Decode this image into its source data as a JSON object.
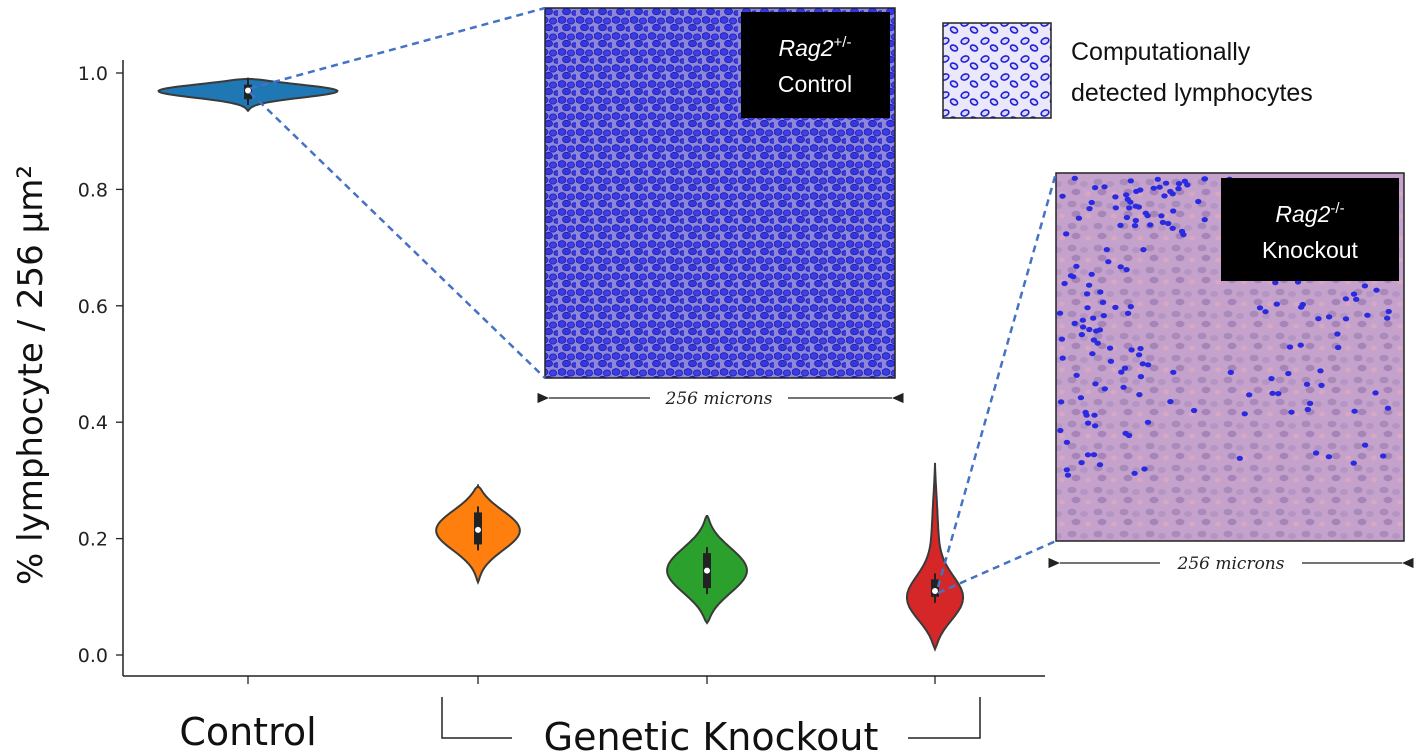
{
  "chart_data": {
    "type": "violin",
    "ylabel": "% lymphocyte / 256 μm²",
    "ylim": [
      0.0,
      1.0
    ],
    "yticks": [
      "0.0",
      "0.2",
      "0.4",
      "0.6",
      "0.8",
      "1.0"
    ],
    "grid": false,
    "series": [
      {
        "group": "control",
        "color": "#1f77b4",
        "median": 0.97,
        "q1": 0.955,
        "q3": 0.98,
        "min": 0.935,
        "max": 0.99
      },
      {
        "group": "knockout",
        "color": "#ff7f0e",
        "median": 0.215,
        "q1": 0.19,
        "q3": 0.245,
        "min": 0.125,
        "max": 0.29
      },
      {
        "group": "knockout",
        "color": "#2ca02c",
        "median": 0.145,
        "q1": 0.115,
        "q3": 0.175,
        "min": 0.055,
        "max": 0.24
      },
      {
        "group": "knockout",
        "color": "#d62728",
        "median": 0.11,
        "q1": 0.1,
        "q3": 0.13,
        "min": 0.01,
        "max": 0.33
      }
    ],
    "xgroups": {
      "control": "Control",
      "knockout": "Genetic Knockout"
    }
  },
  "insets": {
    "control": {
      "gene": "Rag2",
      "superscript": "+/-",
      "label": "Control",
      "scale": "256 microns"
    },
    "knockout": {
      "gene": "Rag2",
      "superscript": "-/-",
      "label": "Knockout",
      "scale": "256 microns"
    }
  },
  "legend": {
    "line1": "Computationally",
    "line2": "detected lymphocytes"
  },
  "colors": {
    "leader_line": "#4472c4",
    "nuclei": "#2a2ae0",
    "tissue": "#c8a6cf"
  }
}
